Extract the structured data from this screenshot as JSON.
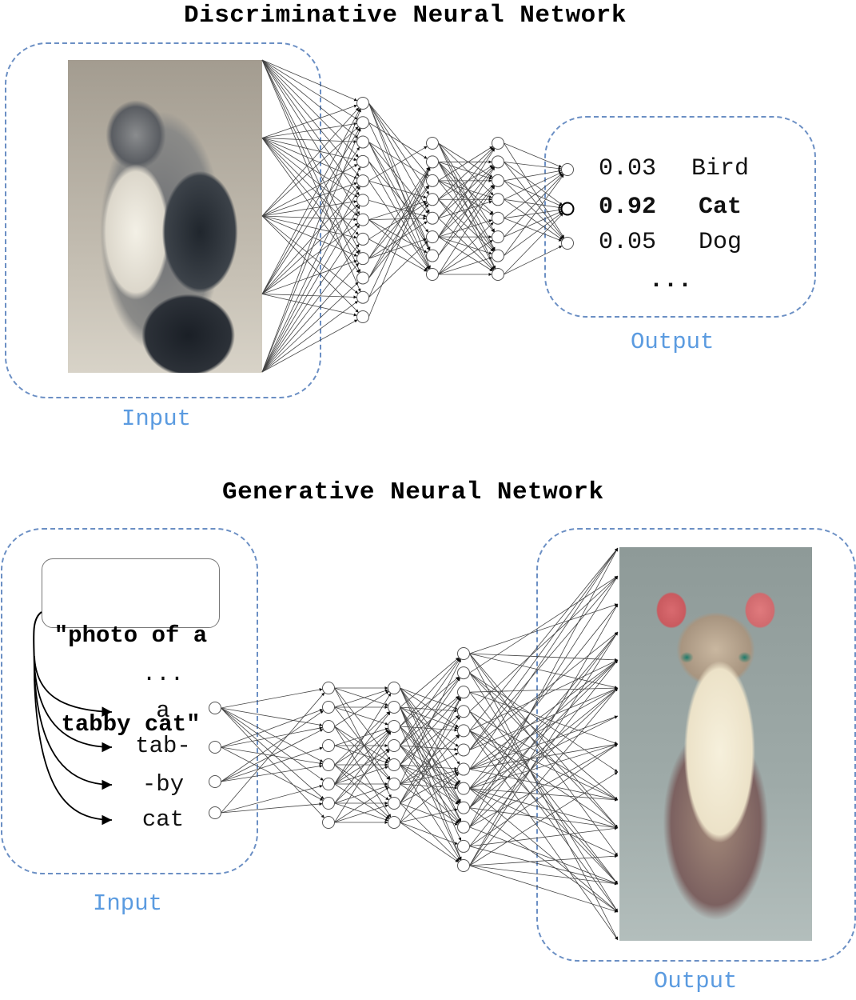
{
  "discriminative": {
    "title": "Discriminative Neural Network",
    "input_caption": "Input",
    "input_image": "grayscale-pixelated-cat-photo",
    "output_caption": "Output",
    "outputs": [
      {
        "prob": "0.03",
        "label": "Bird",
        "highlighted": false
      },
      {
        "prob": "0.92",
        "label": "Cat",
        "highlighted": true
      },
      {
        "prob": "0.05",
        "label": "Dog",
        "highlighted": false
      }
    ],
    "ellipsis": "...",
    "layers": {
      "input_fanout_points": 5,
      "hidden": [
        12,
        8,
        8
      ],
      "output": 3
    }
  },
  "generative": {
    "title": "Generative Neural Network",
    "input_caption": "Input",
    "prompt_line1": "\"photo of a",
    "prompt_line2": "tabby cat\"",
    "tokens_ellipsis": "...",
    "tokens": [
      "a",
      "tab-",
      "-by",
      "cat"
    ],
    "output_caption": "Output",
    "output_image": "color-pixelated-tabby-cat-image",
    "layers": {
      "input": 4,
      "hidden": [
        8,
        8,
        12
      ],
      "output_points": 15
    }
  },
  "colors": {
    "dashed_border": "#6b8fc4",
    "caption_text": "#5b9be0",
    "edge": "#444444",
    "text": "#000000"
  }
}
